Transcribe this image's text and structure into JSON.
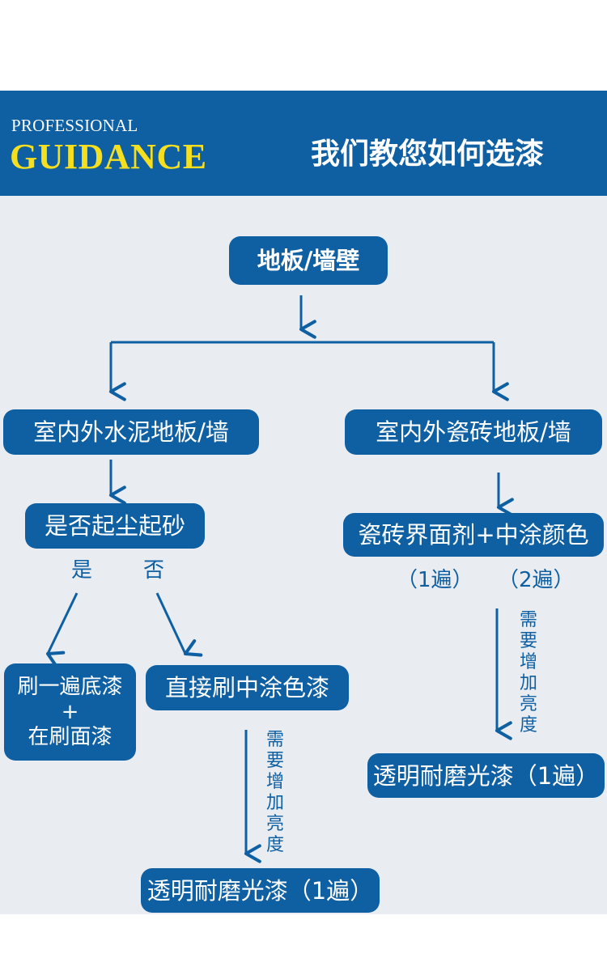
{
  "header": {
    "brand_small": "PROFESSIONAL",
    "brand_large": "GUIDANCE",
    "title": "我们教您如何选漆"
  },
  "flow": {
    "root": "地板/墙壁",
    "left_branch": "室内外水泥地板/墙",
    "right_branch": "室内外瓷砖地板/墙",
    "question": "是否起尘起砂",
    "yes": "是",
    "no": "否",
    "yes_result_line1": "刷一遍底漆",
    "yes_result_line2": "+",
    "yes_result_line3": "在刷面漆",
    "no_result": "直接刷中涂色漆",
    "left_note": "需要增加亮度",
    "left_final": "透明耐磨光漆（1遍）",
    "right_step": "瓷砖界面剂+中涂颜色",
    "right_pass_1": "（1遍）",
    "right_pass_2": "（2遍）",
    "right_note": "需要增加亮度",
    "right_final": "透明耐磨光漆（1遍）"
  },
  "colors": {
    "primary": "#0f5fa3",
    "accent": "#f6df1e",
    "background": "#e9edf1"
  }
}
